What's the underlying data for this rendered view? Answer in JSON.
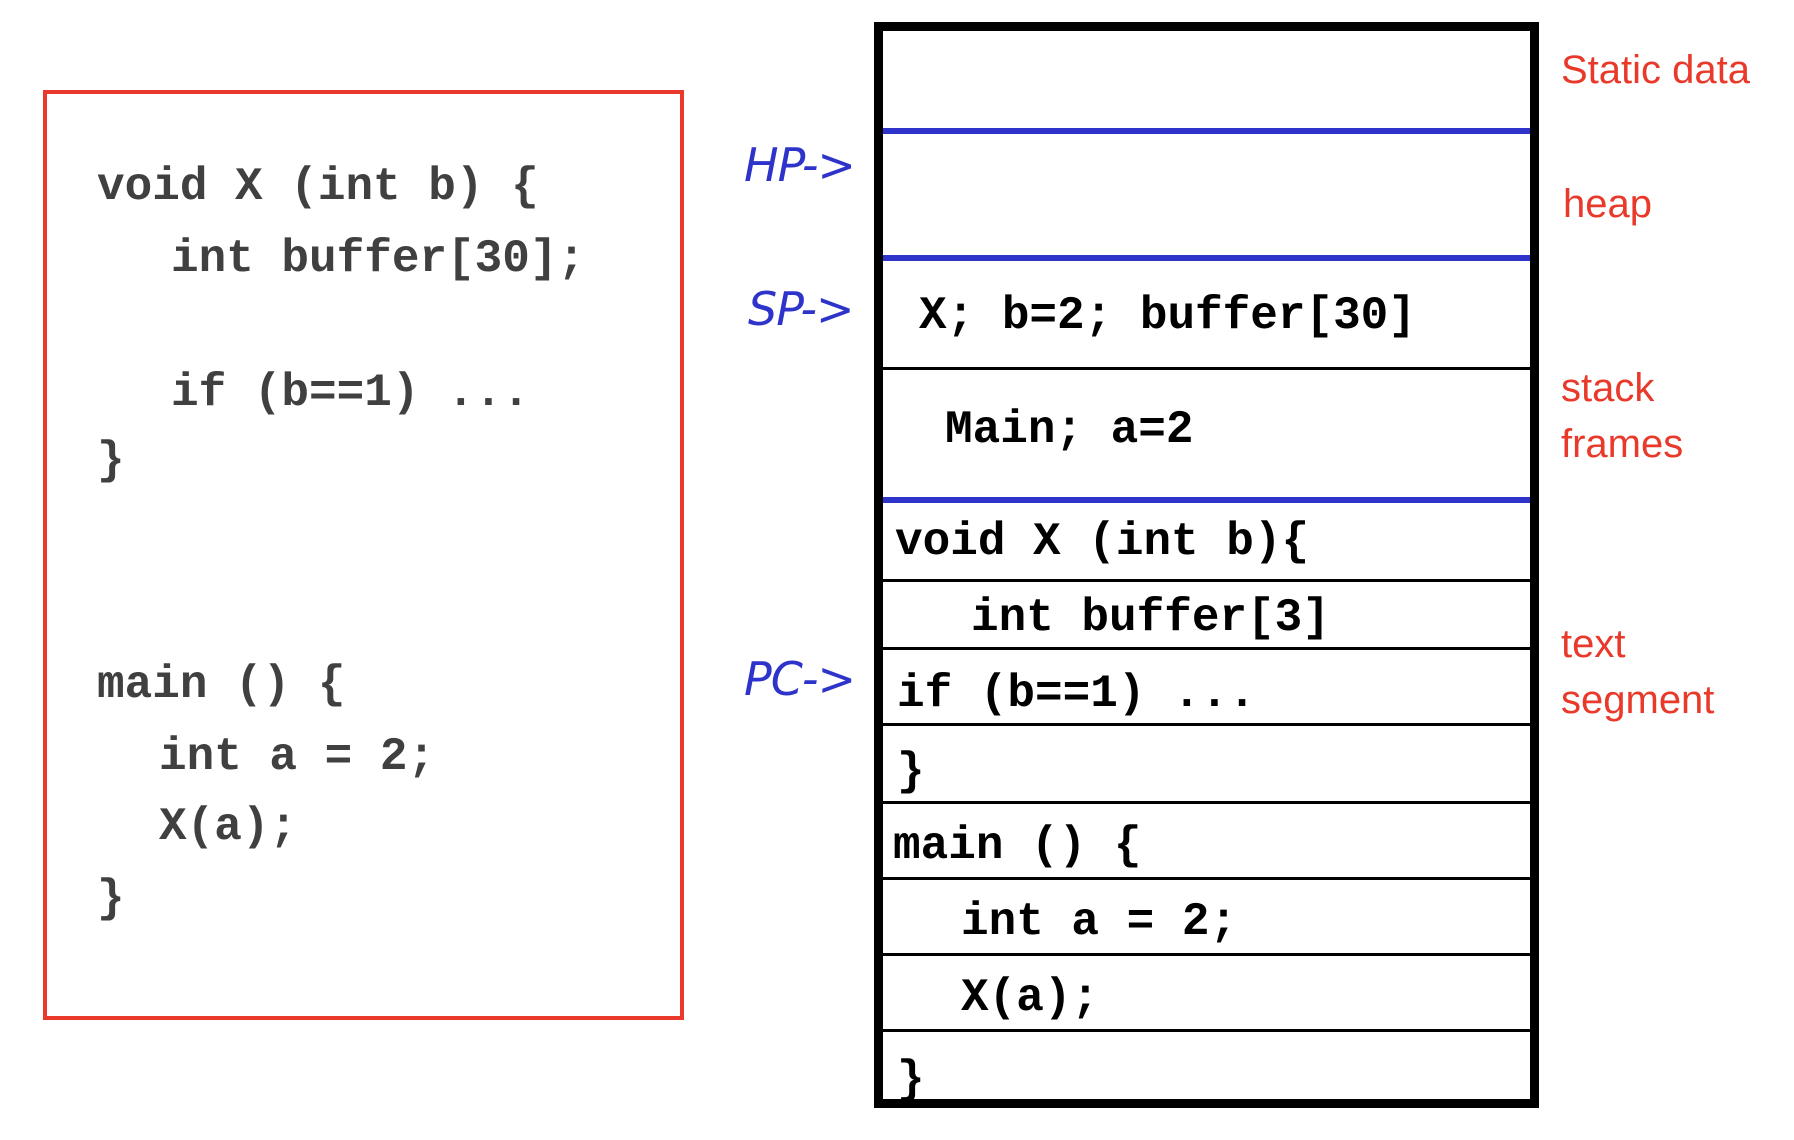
{
  "code_box": {
    "lines": [
      "void X (int b) {",
      "int buffer[30];",
      "if (b==1) ...",
      "}",
      "main () {",
      "int a = 2;",
      "X(a);",
      "}"
    ]
  },
  "memory": {
    "stack_frames": [
      "X; b=2; buffer[30]",
      "Main; a=2"
    ],
    "text_lines": [
      "void X (int b){",
      "int buffer[3]",
      "if (b==1) ...",
      "}",
      "main () {",
      "int a = 2;",
      "X(a);",
      "}"
    ]
  },
  "pointers": {
    "hp": "HP->",
    "sp": "SP->",
    "pc": "PC->"
  },
  "regions": {
    "static_data": "Static data",
    "heap": "heap",
    "stack_line1": "stack",
    "stack_line2": "frames",
    "text_line1": "text",
    "text_line2": "segment"
  },
  "colors": {
    "code_box_border": "#e8392a",
    "pointer_text": "#2e33c9",
    "region_label": "#e8392a",
    "region_divider": "#2e33c9"
  }
}
